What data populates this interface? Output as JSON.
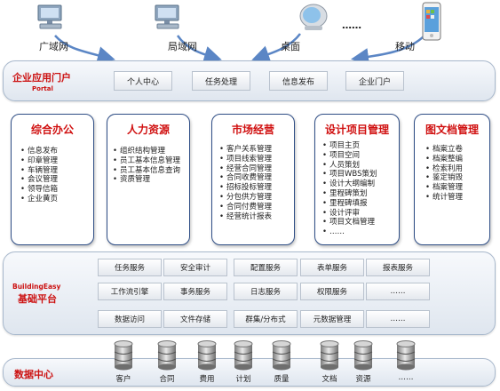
{
  "channels": [
    {
      "label": "广域网",
      "icon": "desktop-computer-icon"
    },
    {
      "label": "局域网",
      "icon": "desktop-computer-icon"
    },
    {
      "label": "桌面",
      "icon": "crt-monitor-icon"
    },
    {
      "label": "移动",
      "icon": "smartphone-icon"
    }
  ],
  "channel_ellipsis": "……",
  "portal": {
    "title": "企业应用门户",
    "subtitle": "Portal",
    "buttons": [
      "个人中心",
      "任务处理",
      "信息发布",
      "企业门户"
    ]
  },
  "modules": [
    {
      "title": "综合办公",
      "items": [
        "信息发布",
        "印章管理",
        "车辆管理",
        "会议管理",
        "领导信箱",
        "企业黄页"
      ]
    },
    {
      "title": "人力资源",
      "items": [
        "组织结构管理",
        "员工基本信息管理",
        "员工基本信息查询",
        "资质管理"
      ]
    },
    {
      "title": "市场经营",
      "items": [
        "客户关系管理",
        "项目线索管理",
        "经营合同管理",
        "合同收费管理",
        "招标投标管理",
        "分包供方管理",
        "合同付费管理",
        "经营统计报表"
      ]
    },
    {
      "title": "设计项目管理",
      "items": [
        "项目主页",
        "项目空间",
        "人员策划",
        "项目WBS策划",
        "设计大纲编制",
        "里程碑策划",
        "里程碑填报",
        "设计评审",
        "项目文档管理",
        "……"
      ]
    },
    {
      "title": "图文档管理",
      "items": [
        "档案立卷",
        "档案整编",
        "检索利用",
        "鉴定销毁",
        "档案管理",
        "统计管理"
      ]
    }
  ],
  "platform": {
    "title_en": "BuildingEasy",
    "title_cn": "基础平台",
    "rows": [
      [
        "任务服务",
        "安全审计",
        "配置服务",
        "表单服务",
        "报表服务"
      ],
      [
        "工作流引擎",
        "事务服务",
        "日志服务",
        "权限服务",
        "……"
      ],
      [
        "数据访问",
        "文件存储",
        "群集/分布式",
        "元数据管理",
        "……"
      ]
    ]
  },
  "data_center": {
    "title": "数据中心",
    "items": [
      "客户",
      "合同",
      "费用",
      "计划",
      "质量",
      "文档",
      "资源",
      "……"
    ]
  },
  "colors": {
    "accent_red": "#cc1111",
    "card_border": "#2f4e86",
    "arrow_blue": "#5b86c5"
  }
}
